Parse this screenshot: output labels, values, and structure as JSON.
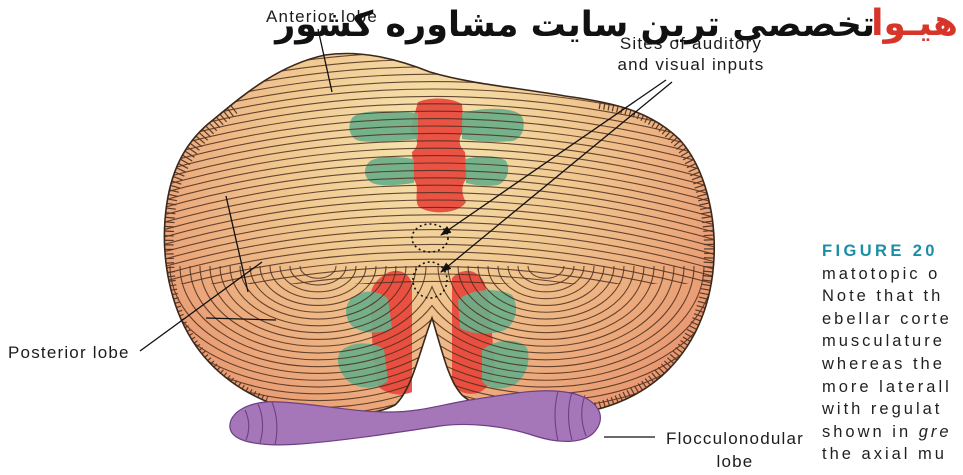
{
  "watermark": {
    "brand": "هیـوا",
    "tagline": "تخصصی ترین سایت مشاوره کشور"
  },
  "figure": {
    "labels": {
      "anterior_lobe": "Anterior lobe",
      "sites_line1": "Sites of auditory",
      "sites_line2": "and visual inputs",
      "posterior_lobe": "Posterior lobe",
      "flocculonodular_line1": "Flocculonodular",
      "flocculonodular_line2": "lobe"
    }
  },
  "caption": {
    "figure_number": "FIGURE 20",
    "lines": [
      {
        "text": "matotopic o"
      },
      {
        "text": "Note that th"
      },
      {
        "text": "ebellar corte"
      },
      {
        "text": "musculature"
      },
      {
        "text": "whereas the"
      },
      {
        "text": "more laterall"
      },
      {
        "text": "with regulat"
      },
      {
        "text": "shown in ",
        "italic": "gre"
      },
      {
        "text": "the axial mu"
      }
    ]
  },
  "colors": {
    "watermark_brand": "#d7342a",
    "watermark_tagline": "#111111",
    "figure_number": "#1b8ea7",
    "vermis_regions": "#e8473b",
    "limb_regions": "#6aae89",
    "flocculonodular_lobe": "#a577b8",
    "folia_lines": "#4b2f20"
  }
}
